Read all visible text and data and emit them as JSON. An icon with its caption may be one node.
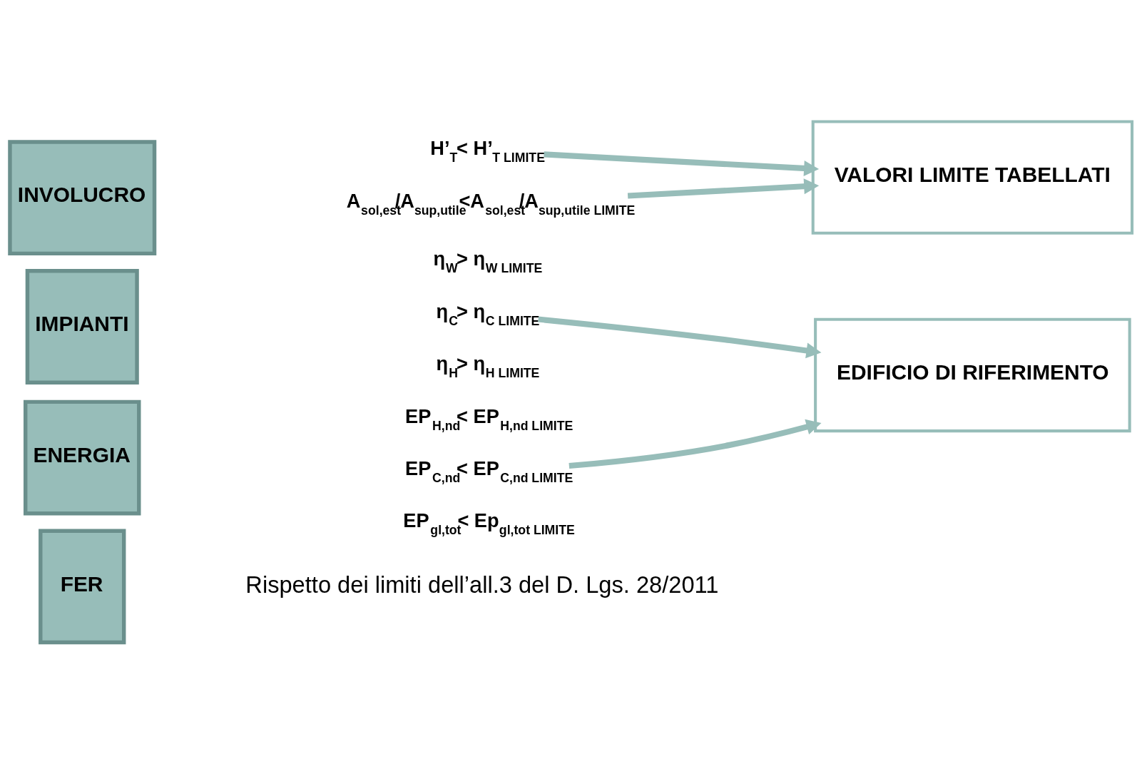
{
  "diagram": {
    "nodes": [
      {
        "text": [
          "INVOLUCRO"
        ]
      },
      {
        "text": [
          "H’$_{T}$< H’$_{T LIMITE}$"
        ]
      },
      {
        "text": [
          "A$_{sol,est}$/A$_{sup,utile}$<A$_{sol,est}$/A$_{sup,utile LIMITE}$"
        ]
      },
      {
        "text": [
          "VALORI LIMITE TABELLATI"
        ]
      },
      {
        "text": [
          "IMPIANTI"
        ]
      },
      {
        "text": [
          "η$_{W}$> η$_{W LIMITE}$"
        ]
      },
      {
        "text": [
          "η$_{C}$> η$_{C LIMITE}$"
        ]
      },
      {
        "text": [
          "η$_{H}$> η$_{H LIMITE}$"
        ]
      },
      {
        "text": [
          "EDIFICIO DI RIFERIMENTO"
        ]
      },
      {
        "text": [
          "ENERGIA"
        ]
      },
      {
        "text": [
          "EP$_{H,nd}$< EP$_{H,nd LIMITE}$"
        ]
      },
      {
        "text": [
          "EP$_{C,nd}$< EP$_{C,nd LIMITE}$"
        ]
      },
      {
        "text": [
          "EP$_{gl,tot}$< Ep$_{gl,tot LIMITE}$"
        ]
      },
      {
        "text": [
          "FER"
        ]
      }
    ],
    "labels": [
      "Rispetto dei limiti dell’all.3 del D. Lgs. 28/2011"
    ],
    "edges": [
      {
        "from": 1,
        "to": 3,
        "arrow": "to"
      },
      {
        "from": 2,
        "to": 3,
        "arrow": "to"
      },
      {
        "from": 6,
        "to": 8,
        "arrow": "to"
      },
      {
        "from": 11,
        "to": 8,
        "arrow": "to"
      }
    ]
  }
}
